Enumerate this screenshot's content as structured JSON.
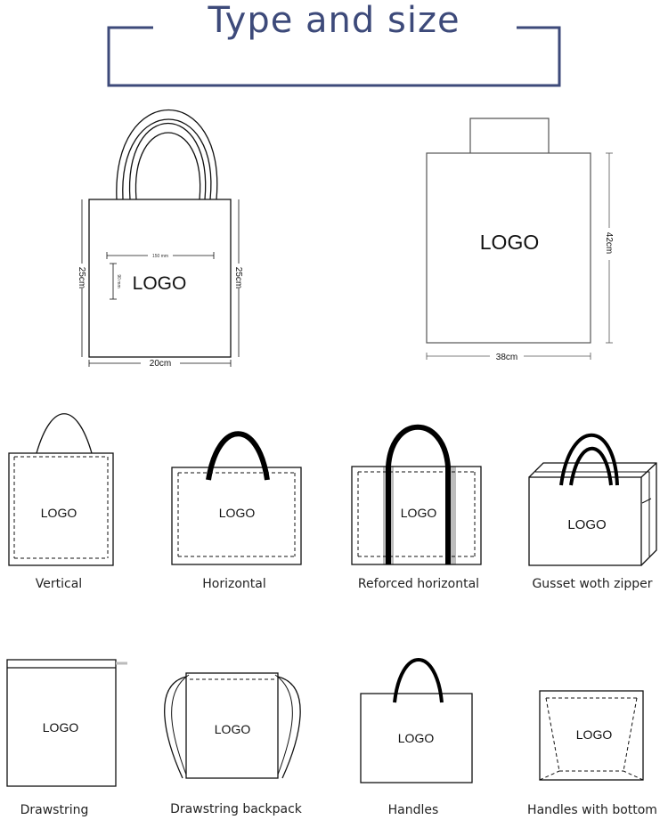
{
  "header": {
    "title": "Type and size"
  },
  "logo_text": "LOGO",
  "dimensions": {
    "width_20": "20cm",
    "height_25": "25cm",
    "logo_width": "150 mm",
    "logo_height": "90 mm",
    "width_38": "38cm",
    "height_42": "42cm"
  },
  "bag_types": [
    {
      "label": "Vertical"
    },
    {
      "label": "Horizontal"
    },
    {
      "label": "Reforced horizontal"
    },
    {
      "label": "Gusset  woth  zipper"
    },
    {
      "label": "Drawstring"
    },
    {
      "label": "Drawstring backpack"
    },
    {
      "label": "Handles"
    },
    {
      "label": "Handles  with  bottom"
    }
  ],
  "colors": {
    "title": "#3d4a7a",
    "frame": "#3d4a7a",
    "line": "#111111",
    "strap": "#000000",
    "reinforce": "#bdbdbd"
  }
}
